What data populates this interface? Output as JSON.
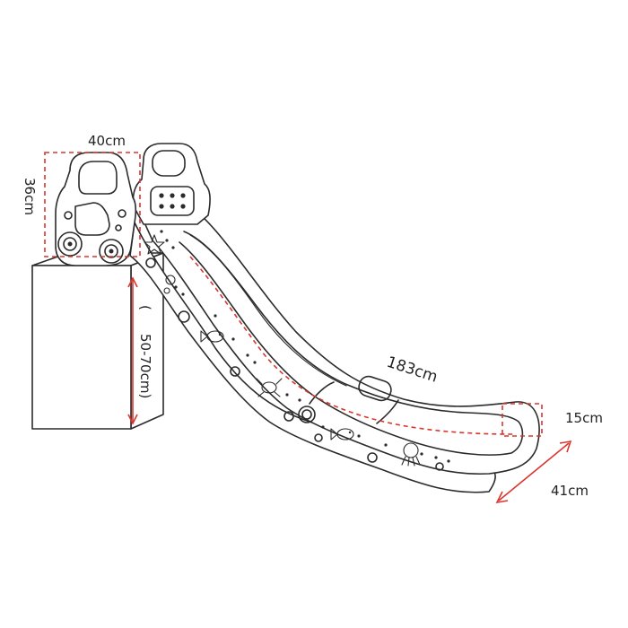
{
  "dimensions": {
    "top_width": "40cm",
    "head_height": "36cm",
    "platform_height": "50-70cm)",
    "platform_height_open": "(",
    "slide_length": "183cm",
    "side_height": "15cm",
    "width": "41cm"
  },
  "colors": {
    "dimension_line": "#d9362f",
    "outline": "#2b2b2b",
    "background": "#ffffff"
  },
  "icons": [
    "star-icon",
    "fish-icon",
    "crab-icon",
    "octopus-icon",
    "bubble-icon"
  ]
}
